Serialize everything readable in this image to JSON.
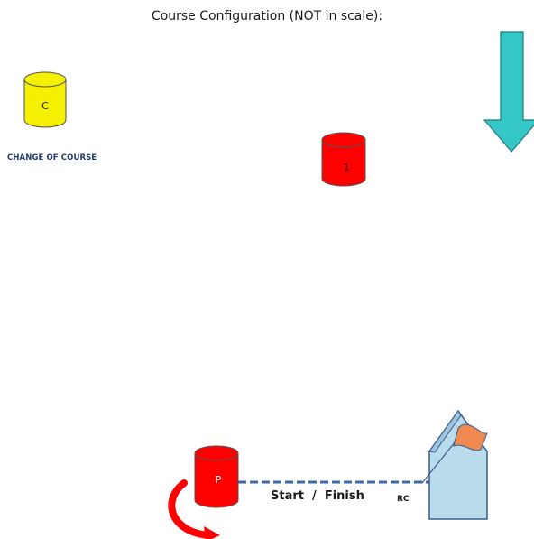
{
  "title": "Course Configuration (NOT in scale):",
  "change_of_course_label": "CHANGE OF COURSE",
  "marks": {
    "change_mark": {
      "letter": "C",
      "color": "#f5f000"
    },
    "mark_1": {
      "letter": "1",
      "color": "#ff0000"
    },
    "pin_mark": {
      "letter": "P",
      "color": "#ff0000"
    }
  },
  "start_finish_label": "Start  /  Finish",
  "committee_boat_label": "RC",
  "colors": {
    "wind_arrow": "#35c6c6",
    "boat_hull": "#b9dced",
    "flag": "#f0894f",
    "line": "#3d69a8",
    "rounding_arrow": "#ff0000"
  },
  "icons": {
    "wind": "down-arrow-icon",
    "flag": "flag-icon",
    "rounding": "curved-arrow-icon"
  }
}
